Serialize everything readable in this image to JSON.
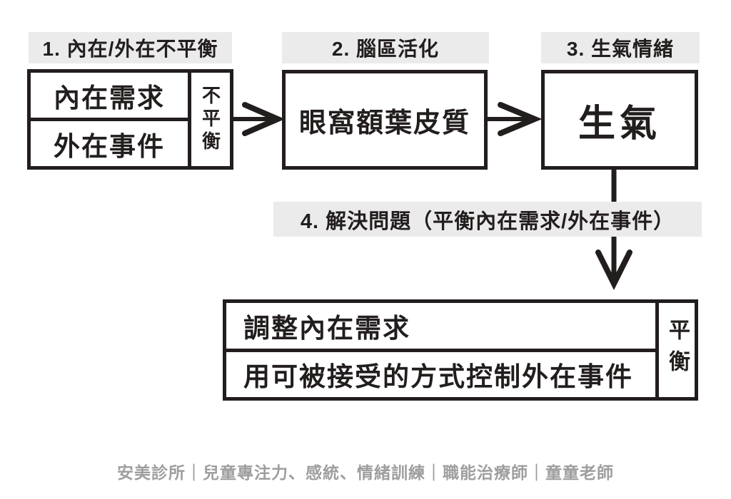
{
  "diagram": {
    "step1": {
      "label": "1. 內在/外在不平衡",
      "row1": "內在需求",
      "row2": "外在事件",
      "side": "不平衡"
    },
    "step2": {
      "label": "2. 腦區活化",
      "box": "眼窩額葉皮質"
    },
    "step3": {
      "label": "3. 生氣情緒",
      "box": "生氣"
    },
    "step4": {
      "label": "4. 解決問題（平衡內在需求/外在事件）",
      "row1": "調整內在需求",
      "row2": "用可被接受的方式控制外在事件",
      "side": "平衡"
    }
  },
  "footer": {
    "credit": "安美診所｜兒童專注力、感統、情緒訓練｜職能治療師｜童童老師"
  },
  "colors": {
    "ink": "#221e1d",
    "label_bg": "#ebebeb",
    "footer_text": "#9e9e9e",
    "background": "#ffffff"
  }
}
